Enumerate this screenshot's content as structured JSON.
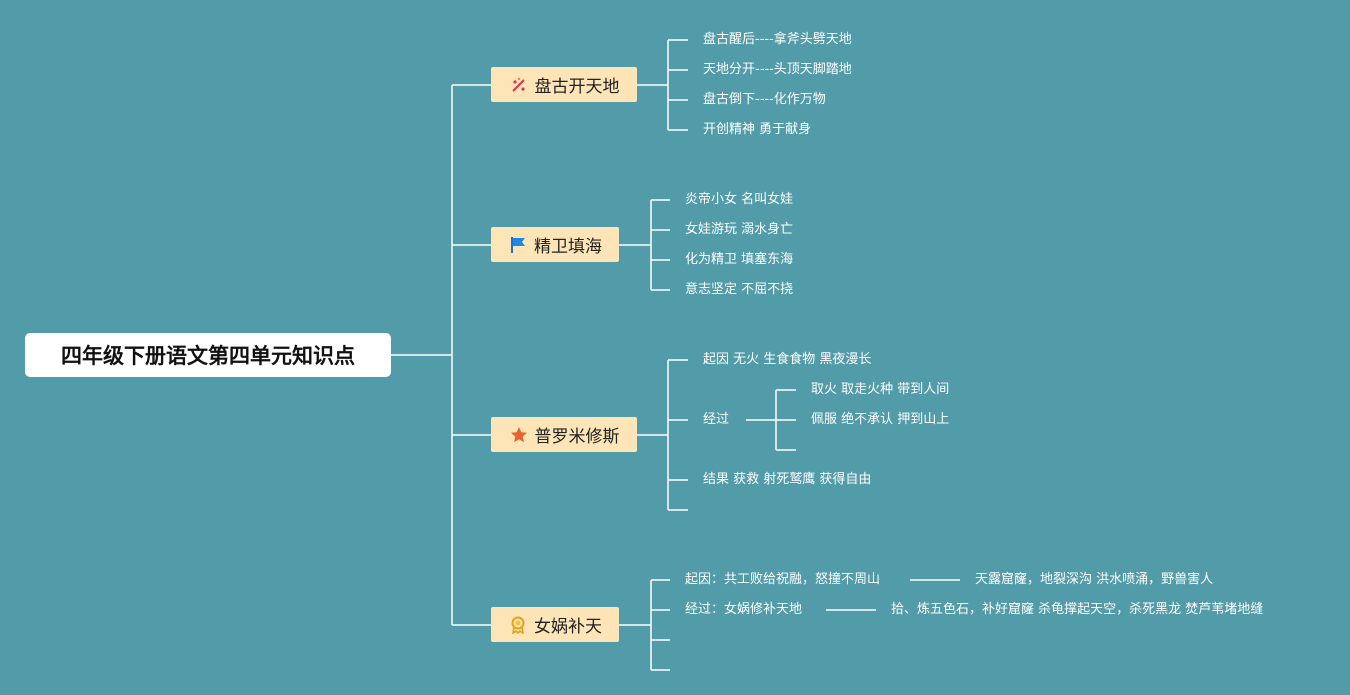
{
  "root": {
    "label": "四年级下册语文第四单元知识点"
  },
  "branches": [
    {
      "label": "盘古开天地",
      "icon": "party-popper-icon",
      "items": [
        "盘古醒后----拿斧头劈天地",
        "天地分开----头顶天脚踏地",
        "盘古倒下----化作万物",
        "开创精神 勇于献身"
      ]
    },
    {
      "label": "精卫填海",
      "icon": "flag-icon",
      "items": [
        "炎帝小女 名叫女娃",
        "女娃游玩 溺水身亡",
        "化为精卫 填塞东海",
        "意志坚定 不屈不挠"
      ]
    },
    {
      "label": "普罗米修斯",
      "icon": "star-icon",
      "items": [
        "起因 无火 生食食物 黑夜漫长",
        {
          "label": "经过",
          "children": [
            "取火 取走火种 带到人间",
            "佩服 绝不承认 押到山上"
          ]
        },
        "结果 获救 射死鹫鹰 获得自由"
      ]
    },
    {
      "label": "女娲补天",
      "icon": "medal-icon",
      "items": [
        {
          "label": "起因：共工败给祝融，怒撞不周山",
          "detail": "天露窟窿，地裂深沟 洪水喷涌，野兽害人"
        },
        {
          "label": "经过：女娲修补天地",
          "detail": "拾、炼五色石，补好窟窿 杀龟撑起天空，杀死黑龙 焚芦苇堵地缝"
        }
      ]
    }
  ]
}
